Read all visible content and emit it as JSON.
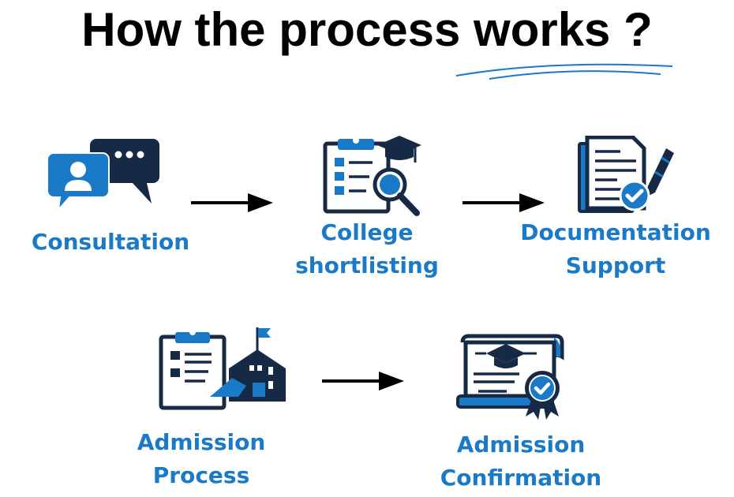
{
  "title": "How the process works ?",
  "colors": {
    "accent_blue": "#1a7ac8",
    "dark_navy": "#172a45",
    "text_black": "#000000"
  },
  "steps": [
    {
      "icon": "chat-bubbles-icon",
      "line1": "Consultation",
      "line2": ""
    },
    {
      "icon": "clipboard-search-grad-cap-icon",
      "line1": "College",
      "line2": "shortlisting"
    },
    {
      "icon": "document-pen-check-icon",
      "line1": "Documentation",
      "line2": "Support"
    },
    {
      "icon": "clipboard-school-building-icon",
      "line1": "Admission",
      "line2": "Process"
    },
    {
      "icon": "certificate-badge-icon",
      "line1": "Admission",
      "line2": "Confirmation"
    }
  ],
  "arrows": [
    {
      "from": "Consultation",
      "to": "College shortlisting"
    },
    {
      "from": "College shortlisting",
      "to": "Documentation Support"
    },
    {
      "from": "Admission Process",
      "to": "Admission Confirmation"
    }
  ]
}
